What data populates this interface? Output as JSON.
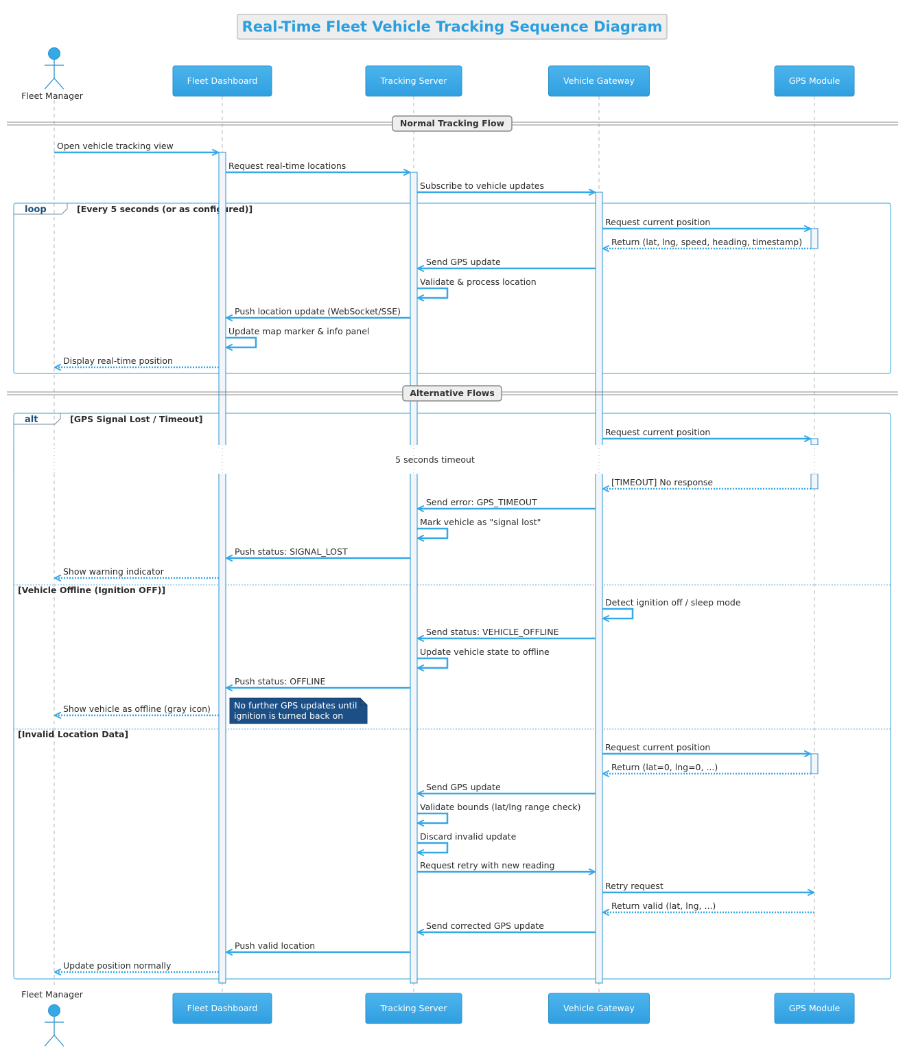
{
  "title": "Real-Time Fleet Vehicle Tracking Sequence Diagram",
  "colors": {
    "accent": "#35a8e6",
    "accent_dark": "#2a91cc",
    "lifeline": "#b3b3b3",
    "frame": "#5bb3e0",
    "note": "#1b4f86"
  },
  "participants": [
    {
      "id": "fm",
      "label": "Fleet Manager",
      "kind": "actor"
    },
    {
      "id": "fd",
      "label": "Fleet Dashboard",
      "kind": "box"
    },
    {
      "id": "ts",
      "label": "Tracking Server",
      "kind": "box"
    },
    {
      "id": "vg",
      "label": "Vehicle Gateway",
      "kind": "box"
    },
    {
      "id": "gps",
      "label": "GPS Module",
      "kind": "box"
    }
  ],
  "sections": [
    {
      "id": "normal",
      "label": "Normal Tracking Flow"
    },
    {
      "id": "alt",
      "label": "Alternative Flows"
    }
  ],
  "frames": [
    {
      "id": "loop",
      "kind": "loop",
      "guard": "[Every 5 seconds (or as configured)]"
    },
    {
      "id": "alt",
      "kind": "alt",
      "guard": "[GPS Signal Lost / Timeout]",
      "else_guards": [
        "[Vehicle Offline (Ignition OFF)]",
        "[Invalid Location Data]"
      ]
    }
  ],
  "delay": {
    "label": "5 seconds timeout"
  },
  "note": {
    "lines": [
      "No further GPS updates until",
      "ignition is turned back on"
    ]
  },
  "messages": [
    {
      "id": "m1",
      "from": "fm",
      "to": "fd",
      "label": "Open vehicle tracking view",
      "style": "solid"
    },
    {
      "id": "m2",
      "from": "fd",
      "to": "ts",
      "label": "Request real-time locations",
      "style": "solid"
    },
    {
      "id": "m3",
      "from": "ts",
      "to": "vg",
      "label": "Subscribe to vehicle updates",
      "style": "solid"
    },
    {
      "id": "m4",
      "from": "vg",
      "to": "gps",
      "label": "Request current position",
      "style": "solid"
    },
    {
      "id": "m5",
      "from": "gps",
      "to": "vg",
      "label": "Return (lat, lng, speed, heading, timestamp)",
      "style": "dashed"
    },
    {
      "id": "m6",
      "from": "vg",
      "to": "ts",
      "label": "Send GPS update",
      "style": "solid"
    },
    {
      "id": "m7",
      "from": "ts",
      "to": "ts",
      "label": "Validate & process location",
      "style": "self"
    },
    {
      "id": "m8",
      "from": "ts",
      "to": "fd",
      "label": "Push location update (WebSocket/SSE)",
      "style": "solid"
    },
    {
      "id": "m9",
      "from": "fd",
      "to": "fd",
      "label": "Update map marker & info panel",
      "style": "self"
    },
    {
      "id": "m10",
      "from": "fd",
      "to": "fm",
      "label": "Display real-time position",
      "style": "dashed"
    },
    {
      "id": "m11",
      "from": "vg",
      "to": "gps",
      "label": "Request current position",
      "style": "solid"
    },
    {
      "id": "m12",
      "from": "gps",
      "to": "vg",
      "label": "[TIMEOUT] No response",
      "style": "dashed"
    },
    {
      "id": "m13",
      "from": "vg",
      "to": "ts",
      "label": "Send error: GPS_TIMEOUT",
      "style": "solid"
    },
    {
      "id": "m14",
      "from": "ts",
      "to": "ts",
      "label": "Mark vehicle as \"signal lost\"",
      "style": "self"
    },
    {
      "id": "m15",
      "from": "ts",
      "to": "fd",
      "label": "Push status: SIGNAL_LOST",
      "style": "solid"
    },
    {
      "id": "m16",
      "from": "fd",
      "to": "fm",
      "label": "Show warning indicator",
      "style": "dashed"
    },
    {
      "id": "m17",
      "from": "vg",
      "to": "vg",
      "label": "Detect ignition off / sleep mode",
      "style": "self"
    },
    {
      "id": "m18",
      "from": "vg",
      "to": "ts",
      "label": "Send status: VEHICLE_OFFLINE",
      "style": "solid"
    },
    {
      "id": "m19",
      "from": "ts",
      "to": "ts",
      "label": "Update vehicle state to offline",
      "style": "self"
    },
    {
      "id": "m20",
      "from": "ts",
      "to": "fd",
      "label": "Push status: OFFLINE",
      "style": "solid"
    },
    {
      "id": "m21",
      "from": "fd",
      "to": "fm",
      "label": "Show vehicle as offline (gray icon)",
      "style": "dashed"
    },
    {
      "id": "m22",
      "from": "vg",
      "to": "gps",
      "label": "Request current position",
      "style": "solid"
    },
    {
      "id": "m23",
      "from": "gps",
      "to": "vg",
      "label": "Return (lat=0, lng=0, ...)",
      "style": "dashed"
    },
    {
      "id": "m24",
      "from": "vg",
      "to": "ts",
      "label": "Send GPS update",
      "style": "solid"
    },
    {
      "id": "m25",
      "from": "ts",
      "to": "ts",
      "label": "Validate bounds (lat/lng range check)",
      "style": "self"
    },
    {
      "id": "m26",
      "from": "ts",
      "to": "ts",
      "label": "Discard invalid update",
      "style": "self"
    },
    {
      "id": "m27",
      "from": "ts",
      "to": "vg",
      "label": "Request retry with new reading",
      "style": "solid"
    },
    {
      "id": "m28",
      "from": "vg",
      "to": "gps",
      "label": "Retry request",
      "style": "solid"
    },
    {
      "id": "m29",
      "from": "gps",
      "to": "vg",
      "label": "Return valid (lat, lng, ...)",
      "style": "dashed"
    },
    {
      "id": "m30",
      "from": "vg",
      "to": "ts",
      "label": "Send corrected GPS update",
      "style": "solid"
    },
    {
      "id": "m31",
      "from": "ts",
      "to": "fd",
      "label": "Push valid location",
      "style": "solid"
    },
    {
      "id": "m32",
      "from": "fd",
      "to": "fm",
      "label": "Update position normally",
      "style": "dashed"
    }
  ]
}
